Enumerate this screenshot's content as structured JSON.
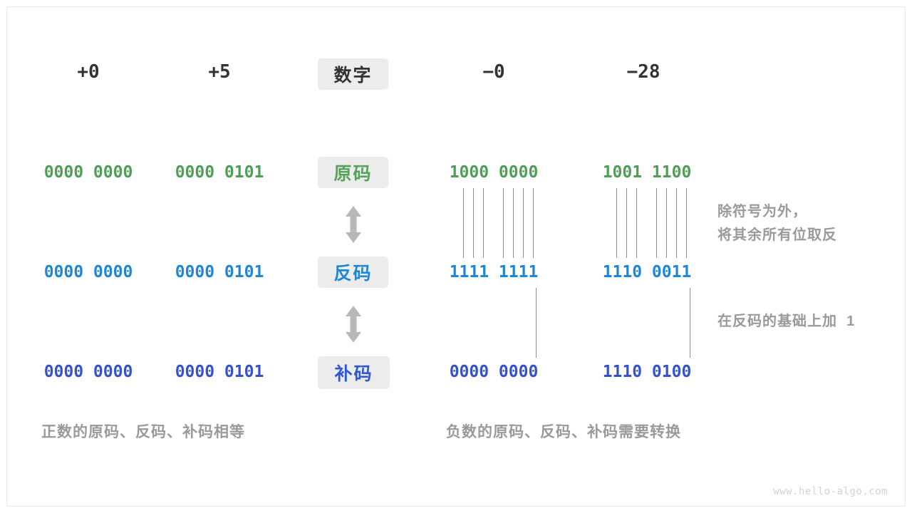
{
  "figure": {
    "watermark": "www.hello-algo.com",
    "colors": {
      "sign_magnitude": "#4f9e56",
      "ones_complement": "#1f86d4",
      "twos_complement": "#3452cc",
      "chip_background": "#ececec",
      "annotation_gray": "#9a9a9a",
      "rule_gray": "#8d8d8d",
      "header_text": "#333333"
    }
  },
  "header": {
    "label": "数字",
    "columns": [
      "+0",
      "+5",
      "−0",
      "−28"
    ]
  },
  "rows": [
    {
      "label": "原码",
      "name": "sign-magnitude",
      "values": [
        "0000 0000",
        "0000 0101",
        "1000 0000",
        "1001 1100"
      ]
    },
    {
      "label": "反码",
      "name": "ones-complement",
      "values": [
        "0000 0000",
        "0000 0101",
        "1111 1111",
        "1110 0011"
      ]
    },
    {
      "label": "补码",
      "name": "twos-complement",
      "values": [
        "0000 0000",
        "0000 0101",
        "0000 0000",
        "1110 0100"
      ]
    }
  ],
  "annotations": {
    "invert_line1": "除符号为外，",
    "invert_line2": "将其余所有位取反",
    "add_one": "在反码的基础上加  1"
  },
  "captions": {
    "positive": "正数的原码、反码、补码相等",
    "negative": "负数的原码、反码、补码需要转换"
  }
}
